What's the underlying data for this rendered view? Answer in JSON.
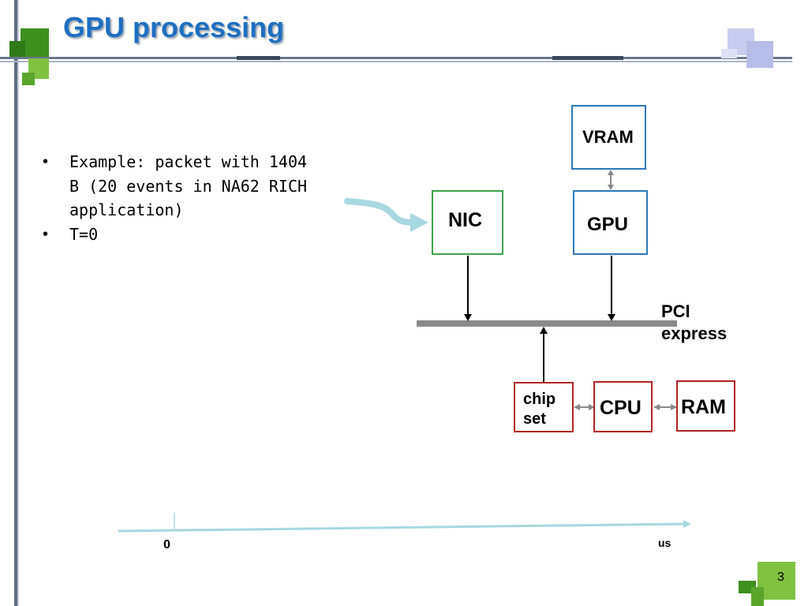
{
  "slide": {
    "title": "GPU processing",
    "page_number": "3"
  },
  "bullets": [
    "Example: packet with 1404 B (20 events in NA62 RICH application)",
    "T=0"
  ],
  "diagram": {
    "vram": "VRAM",
    "gpu": "GPU",
    "nic": "NIC",
    "pci_line1": "PCI",
    "pci_line2": "express",
    "chipset_line1": "chip",
    "chipset_line2": "set",
    "cpu": "CPU",
    "ram": "RAM"
  },
  "timeline": {
    "zero_label": "0",
    "unit_label": "us"
  },
  "colors": {
    "title": "#1f6fc0",
    "accent_green": "#6fb52c",
    "box_blue": "#2d78b8",
    "box_green": "#3fa34d",
    "box_red": "#b02424",
    "bus_gray": "#8a8a8a",
    "timeline": "#a8d8e0"
  }
}
